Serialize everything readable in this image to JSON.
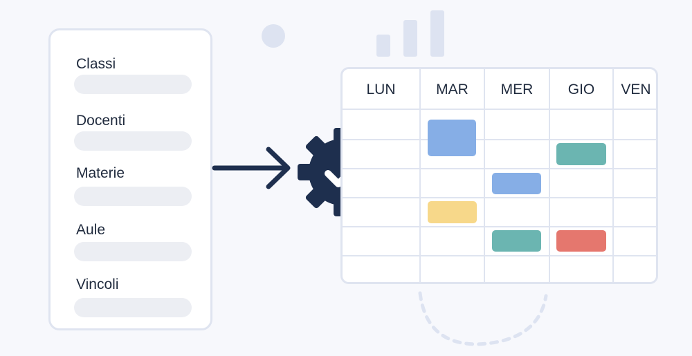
{
  "inputs": {
    "items": [
      {
        "label": "Classi"
      },
      {
        "label": "Docenti"
      },
      {
        "label": "Materie"
      },
      {
        "label": "Aule"
      },
      {
        "label": "Vincoli"
      }
    ]
  },
  "process": {
    "icon": "gear-check-icon"
  },
  "timetable": {
    "days": [
      "LUN",
      "MAR",
      "MER",
      "GIO",
      "VEN"
    ],
    "colors": {
      "blue": "#86aee6",
      "teal": "#6bb5b1",
      "yellow": "#f7d88a",
      "red": "#e5776e"
    },
    "lessons": [
      {
        "day": "MAR",
        "color": "blue"
      },
      {
        "day": "GIO",
        "color": "teal"
      },
      {
        "day": "MER",
        "color": "blue"
      },
      {
        "day": "MAR",
        "color": "yellow"
      },
      {
        "day": "MER",
        "color": "teal"
      },
      {
        "day": "GIO",
        "color": "red"
      }
    ]
  }
}
